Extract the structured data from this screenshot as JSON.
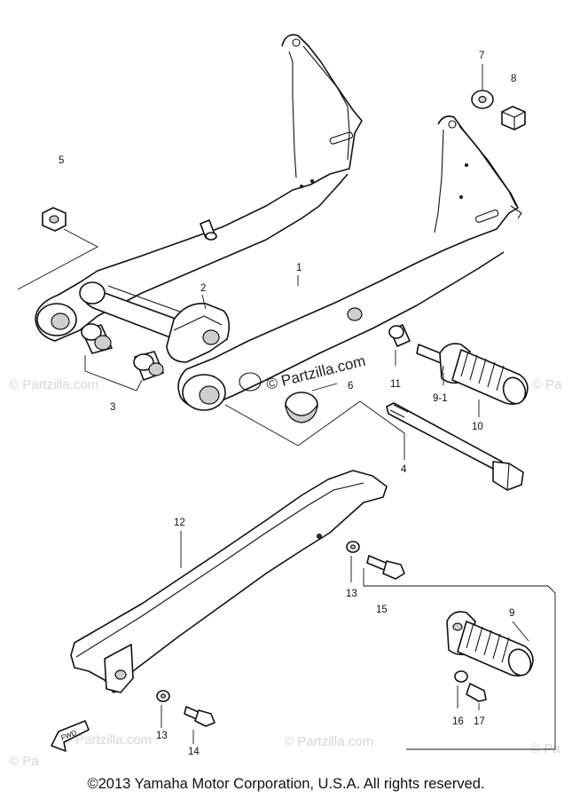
{
  "diagram": {
    "callouts": [
      "1",
      "2",
      "3",
      "4",
      "5",
      "6",
      "7",
      "8",
      "9-1",
      "10",
      "11",
      "12",
      "13",
      "13",
      "14",
      "15",
      "9",
      "16",
      "17"
    ],
    "watermark_main": "© Partzilla.com",
    "watermark_faint": "© Partzilla.com",
    "corner_mark": "© Pa",
    "front_arrow": "FWD"
  },
  "footer": {
    "copyright": "©2013  Yamaha Motor Corporation, U.S.A. All rights reserved."
  }
}
